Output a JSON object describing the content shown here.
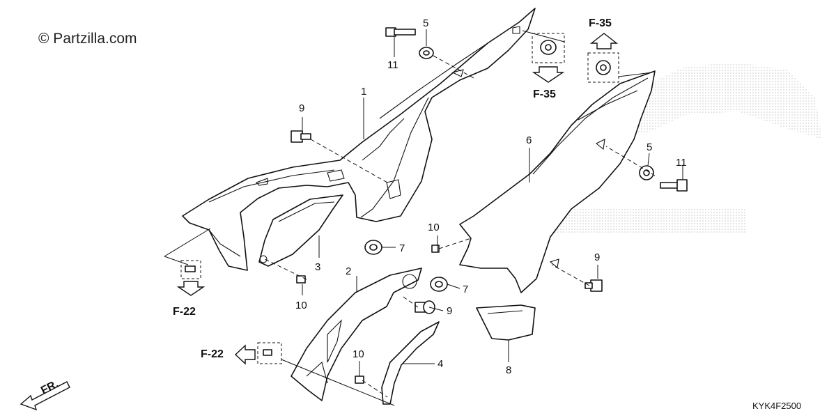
{
  "watermark": "© Partzilla.com",
  "diagram_code": "KYK4F2500",
  "front_marker": "FR.",
  "refs": {
    "f35_top": "F-35",
    "f35_mid": "F-35",
    "f22_left": "F-22",
    "f22_bottom": "F-22"
  },
  "callouts": {
    "p1": "1",
    "p2": "2",
    "p3": "3",
    "p4": "4",
    "p5a": "5",
    "p5b": "5",
    "p6": "6",
    "p7a": "7",
    "p7b": "7",
    "p8": "8",
    "p9a": "9",
    "p9b": "9",
    "p9c": "9",
    "p10a": "10",
    "p10b": "10",
    "p10c": "10",
    "p11a": "11",
    "p11b": "11"
  },
  "colors": {
    "line": "#111111",
    "background": "#ffffff",
    "logo_dots": "#9a9a9a"
  }
}
